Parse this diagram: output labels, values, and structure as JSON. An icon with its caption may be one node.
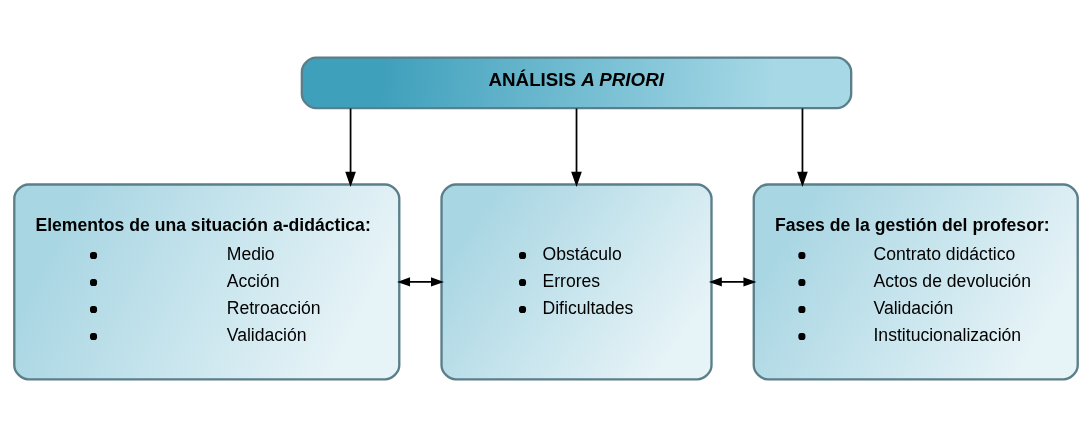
{
  "diagram": {
    "nodes": [
      {
        "text": [
          "ANÁLISIS *A PRIORI*"
        ]
      },
      {
        "text": [
          "Elementos de una situación a-didáctica:",
          "Medio",
          "Acción",
          "Retroacción",
          "Validación"
        ]
      },
      {
        "text": [
          "Obstáculo",
          "Errores",
          "Dificultades"
        ]
      },
      {
        "text": [
          "Fases de la gestión del profesor:",
          "Contrato didáctico",
          "Actos de devolución",
          "Validación",
          "Institucionalización"
        ]
      }
    ],
    "edges": [
      {
        "from": 0,
        "to": 1,
        "arrow": "to"
      },
      {
        "from": 0,
        "to": 2,
        "arrow": "to"
      },
      {
        "from": 0,
        "to": 3,
        "arrow": "to"
      },
      {
        "from": 1,
        "to": 2,
        "arrow": "both"
      },
      {
        "from": 2,
        "to": 3,
        "arrow": "both"
      }
    ]
  }
}
